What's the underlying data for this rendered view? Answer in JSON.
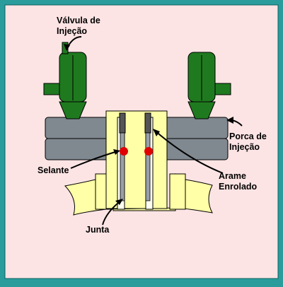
{
  "labels": {
    "valve_line1": "Válvula de",
    "valve_line2": "Injeção",
    "nut_line1": "Porca de",
    "nut_line2": "Injeção",
    "sealant": "Selante",
    "wire_line1": "Arame",
    "wire_line2": "Enrolado",
    "gasket": "Junta"
  },
  "colors": {
    "frame": "#2a9c9c",
    "background": "#fde4e4",
    "valve": "#1f7a1f",
    "pipe": "#808890",
    "flange": "#ffffa8",
    "sealant_dot": "#e00000",
    "wire": "#444444"
  }
}
